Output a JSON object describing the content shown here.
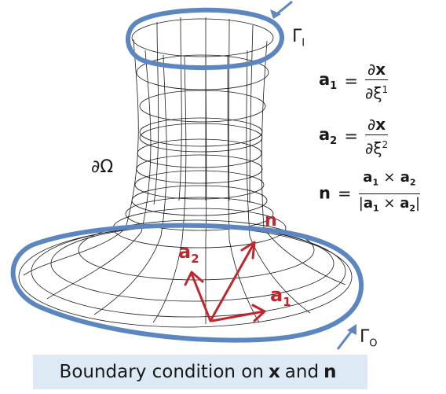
{
  "labels": {
    "gamma_top": "Γ",
    "gamma_top_sub": "I",
    "gamma_bottom": "Γ",
    "gamma_bottom_sub": "O",
    "boundary": "∂Ω",
    "n": "n",
    "a1": "a",
    "a1_sub": "1",
    "a2": "a",
    "a2_sub": "2"
  },
  "equations": {
    "a1": {
      "lhs": "a",
      "lhs_sub": "1",
      "eq": "=",
      "num_d": "∂",
      "num_x": "x",
      "den": "∂ξ",
      "den_sup": "1"
    },
    "a2": {
      "lhs": "a",
      "lhs_sub": "2",
      "eq": "=",
      "num_d": "∂",
      "num_x": "x",
      "den": "∂ξ",
      "den_sup": "2"
    },
    "n": {
      "lhs": "n",
      "eq": "=",
      "num_a1": "a",
      "num_a1_sub": "1",
      "num_times": "×",
      "num_a2": "a",
      "num_a2_sub": "2",
      "den_left": "|",
      "den_a1": "a",
      "den_a1_sub": "1",
      "den_times": "×",
      "den_a2": "a",
      "den_a2_sub": "2",
      "den_right": "|"
    }
  },
  "caption": {
    "prefix": "Boundary condition on",
    "x": "x",
    "middle": "and",
    "n": "n"
  },
  "colors": {
    "rim": "#5b86c0",
    "vector": "#c0272d",
    "caption_bg": "#dde9f4",
    "mesh": "#1a1a1a"
  }
}
